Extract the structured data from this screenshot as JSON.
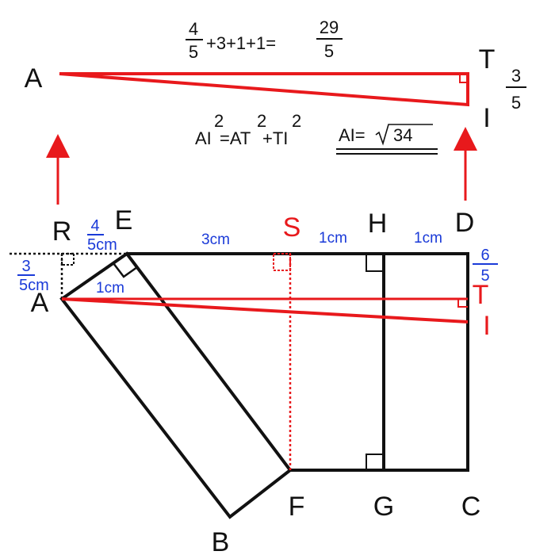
{
  "colors": {
    "black": "#111111",
    "red": "#e8191c",
    "blue": "#1a3ad8"
  },
  "top": {
    "sum": {
      "f1_num": "4",
      "f1_den": "5",
      "terms": "+3+1+1=",
      "f2_num": "29",
      "f2_den": "5"
    },
    "tri_labels": {
      "a": "A",
      "t": "T",
      "i": "I"
    },
    "ti_frac": {
      "num": "3",
      "den": "5"
    },
    "pyth": {
      "left": "AI",
      "eq_at": "=AT",
      "plus_ti": "+TI",
      "exp": "2"
    },
    "ai_eq": {
      "prefix": "AI=",
      "radicand": "34"
    }
  },
  "diagram": {
    "points": {
      "r": "R",
      "e": "E",
      "s": "S",
      "h": "H",
      "d": "D",
      "a": "A",
      "t": "T",
      "i": "I",
      "f": "F",
      "g": "G",
      "c": "C",
      "b": "B"
    },
    "dims": {
      "re": {
        "num": "4",
        "den": "5cm"
      },
      "es": "3cm",
      "sh": "1cm",
      "hd": "1cm",
      "ea": "1cm",
      "ra": {
        "num": "3",
        "den": "5cm"
      },
      "di": {
        "num": "6",
        "den": "5"
      }
    }
  }
}
